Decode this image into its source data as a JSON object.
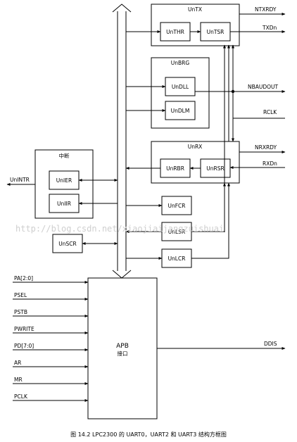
{
  "blocks": {
    "untx": "UnTX",
    "unthr": "UnTHR",
    "untsr": "UnTSR",
    "unbrg": "UnBRG",
    "undll": "UnDLL",
    "undlm": "UnDLM",
    "unrx": "UnRX",
    "unrbr": "UnRBR",
    "unrsr": "UnRSR",
    "interrupt_group": "中断",
    "unier": "UnIER",
    "uniir": "UnIIR",
    "unscr": "UnSCR",
    "unfcr": "UnFCR",
    "unlsr": "UnLSR",
    "unlcr": "UnLCR",
    "apb_title": "APB",
    "apb_subtitle": "接口"
  },
  "signals": {
    "ntxrdy": "NTXRDY",
    "txdn": "TXDn",
    "nbaudout": "NBAUDOUT",
    "rclk": "RCLK",
    "nrxrdy": "NRXRDY",
    "rxdn": "RXDn",
    "unintr": "UnINTR",
    "ddis": "DDIS",
    "apb_inputs": [
      "PA[2:0]",
      "PSEL",
      "PSTB",
      "PWRITE",
      "PD[7:0]",
      "AR",
      "MR",
      "PCLK"
    ]
  },
  "watermark": "http://blog.csdn.net/xiaojiaijangzuishuai",
  "caption": "图 14.2   LPC2300 的 UART0，UART2 和 UART3 结构方框图"
}
